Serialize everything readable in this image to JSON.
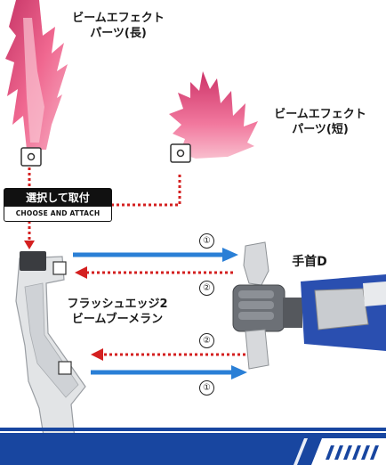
{
  "labels": {
    "beam_effect_long": [
      "ビームエフェクト",
      "パーツ(長)"
    ],
    "beam_effect_short": [
      "ビームエフェクト",
      "パーツ(短)"
    ],
    "hand_d": "手首D",
    "weapon": [
      "フラッシュエッジ2",
      "ビームブーメラン"
    ]
  },
  "instruction": {
    "jp": "選択して取付",
    "en": "CHOOSE AND ATTACH"
  },
  "steps": {
    "top_out": "①",
    "top_back": "②",
    "bottom_back": "②",
    "bottom_out": "①"
  },
  "colors": {
    "beam_pink": "#e8487a",
    "arrow_blue": "#2a7fd6",
    "arrow_red": "#d42020",
    "footer_blue": "#1846a0",
    "armor_blue": "#2a4fb0"
  }
}
